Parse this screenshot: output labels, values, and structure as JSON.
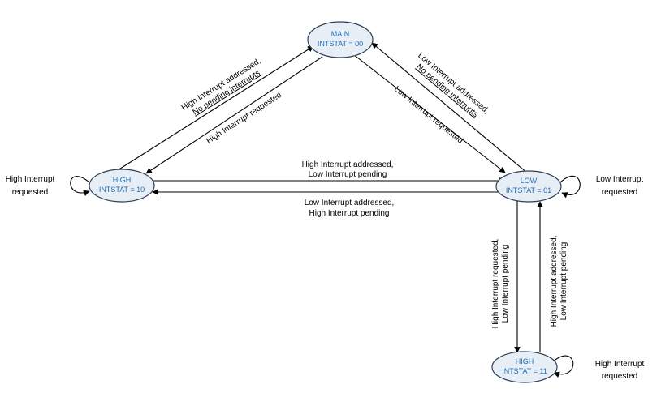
{
  "nodes": {
    "main": {
      "name": "MAIN",
      "status": "INTSTAT = 00"
    },
    "high10": {
      "name": "HIGH",
      "status": "INTSTAT = 10"
    },
    "low01": {
      "name": "LOW",
      "status": "INTSTAT = 01"
    },
    "high11": {
      "name": "HIGH",
      "status": "INTSTAT = 11"
    }
  },
  "edges": {
    "high_to_main": {
      "line1": "High Interrupt addressed,",
      "line2": "No pending interrupts"
    },
    "main_to_high": {
      "line1": "High Interrupt requested"
    },
    "low_to_main": {
      "line1": "Low Interrupt addressed,",
      "line2": "No pending interrupts"
    },
    "main_to_low": {
      "line1": "Low Interrupt requested"
    },
    "high_to_low": {
      "line1": "High Interrupt addressed,",
      "line2": "Low Interrupt pending"
    },
    "low_to_high": {
      "line1": "Low Interrupt addressed,",
      "line2": "High Interrupt pending"
    },
    "low_to_high11": {
      "line1": "High Interrupt requested,",
      "line2": "Low Interrupt pending"
    },
    "high11_to_low": {
      "line1": "High Interrupt addressed,",
      "line2": "Low Interrupt pending"
    },
    "self_high10": {
      "line1": "High Interrupt",
      "line2": "requested"
    },
    "self_low01": {
      "line1": "Low Interrupt",
      "line2": "requested"
    },
    "self_high11": {
      "line1": "High Interrupt",
      "line2": "requested"
    }
  }
}
